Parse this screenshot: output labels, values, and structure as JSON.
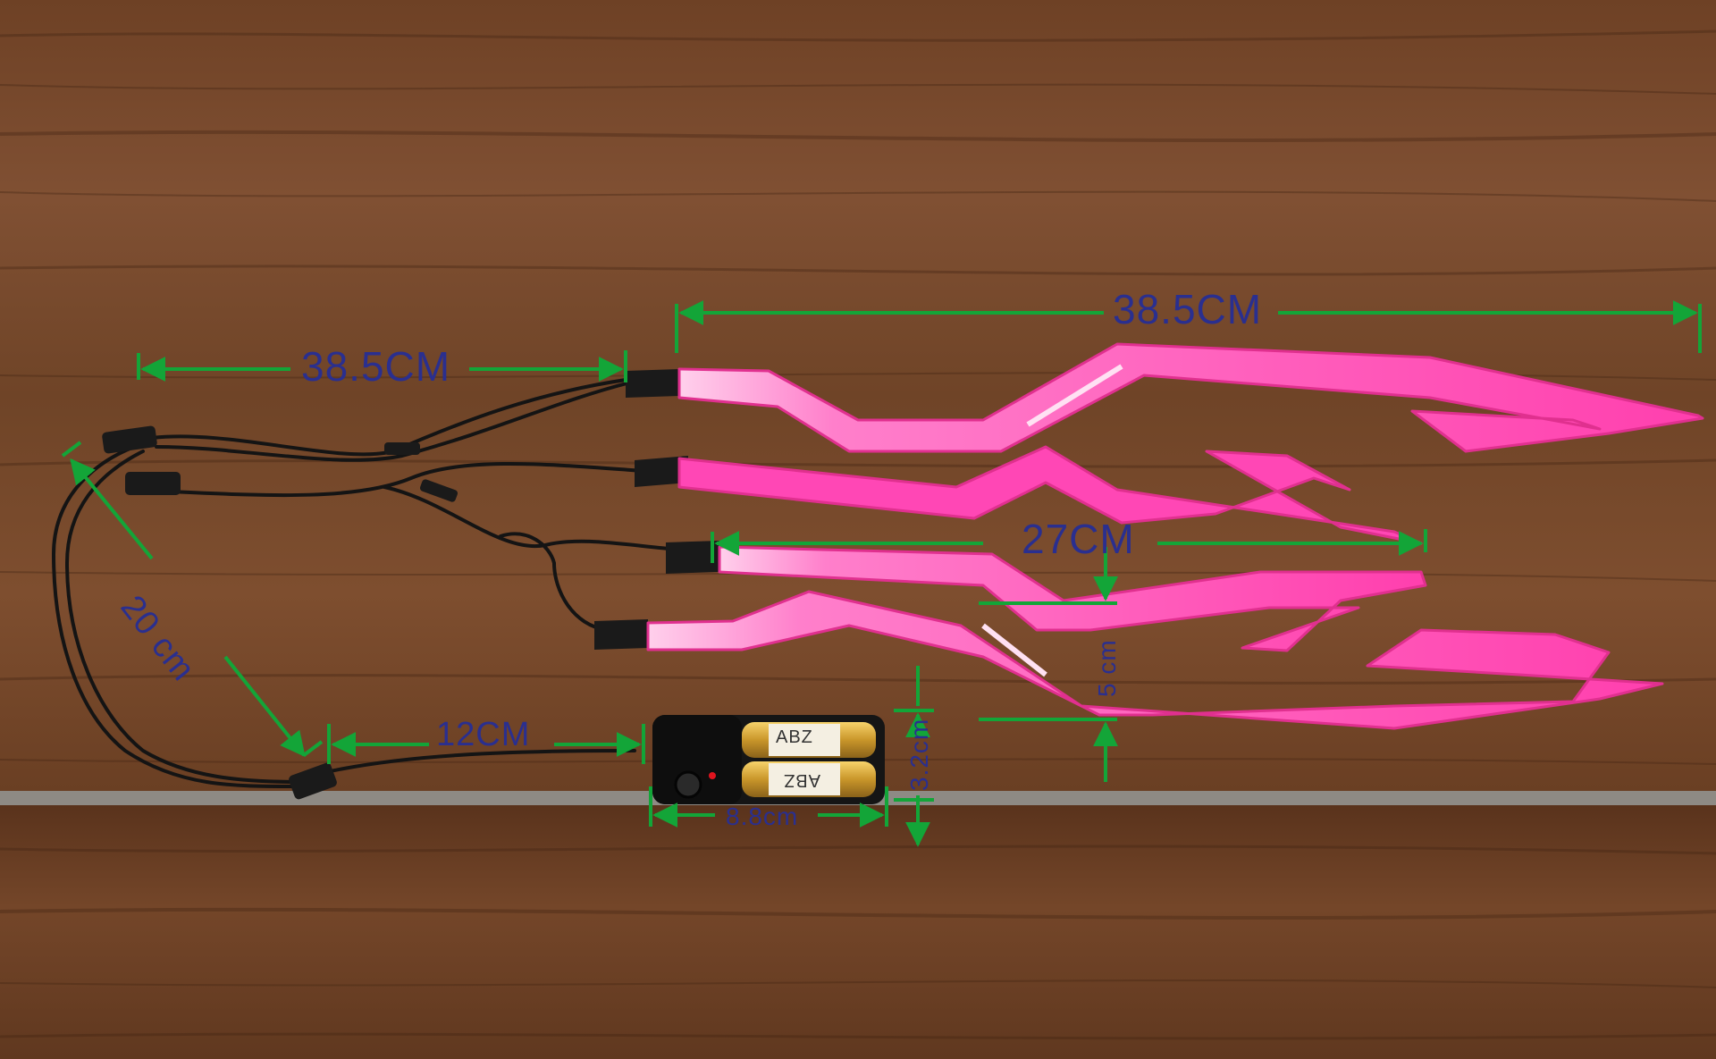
{
  "dimensions": {
    "top_right": "38.5CM",
    "top_left": "38.5CM",
    "middle": "27CM",
    "diagonal": "20 cm",
    "cable": "12CM",
    "box_width": "8.8cm",
    "box_height": "3.2cm",
    "strip_width": "5 cm"
  },
  "battery": {
    "brand": "ABZ"
  },
  "colors": {
    "strip": "#ff4fb8",
    "strip_highlight": "#ffd6ef",
    "dimension_line": "#13a538",
    "dimension_text": "#2a2f8f",
    "wood_light": "#7d4d2c",
    "wood_dark": "#4e2c17"
  }
}
